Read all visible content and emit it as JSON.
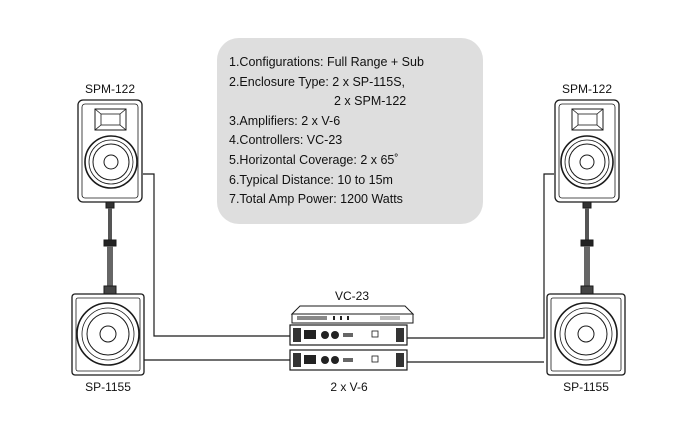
{
  "specs": {
    "lines": [
      "1.Configurations: Full Range + Sub",
      "2.Enclosure Type: 2 x SP-115S,",
      "2 x SPM-122",
      "3.Amplifiers: 2 x V-6",
      "4.Controllers: VC-23",
      "5.Horizontal Coverage: 2 x 65˚",
      "6.Typical Distance: 10 to 15m",
      "7.Total Amp Power: 1200 Watts"
    ]
  },
  "labels": {
    "top_left_speaker": "SPM-122",
    "top_right_speaker": "SPM-122",
    "bottom_left_speaker": "SP-1155",
    "bottom_right_speaker": "SP-1155",
    "controller": "VC-23",
    "amplifiers": "2 x V-6"
  },
  "colors": {
    "stroke": "#1a1a1a",
    "box_fill": "#dedede",
    "pole": "#333333"
  }
}
